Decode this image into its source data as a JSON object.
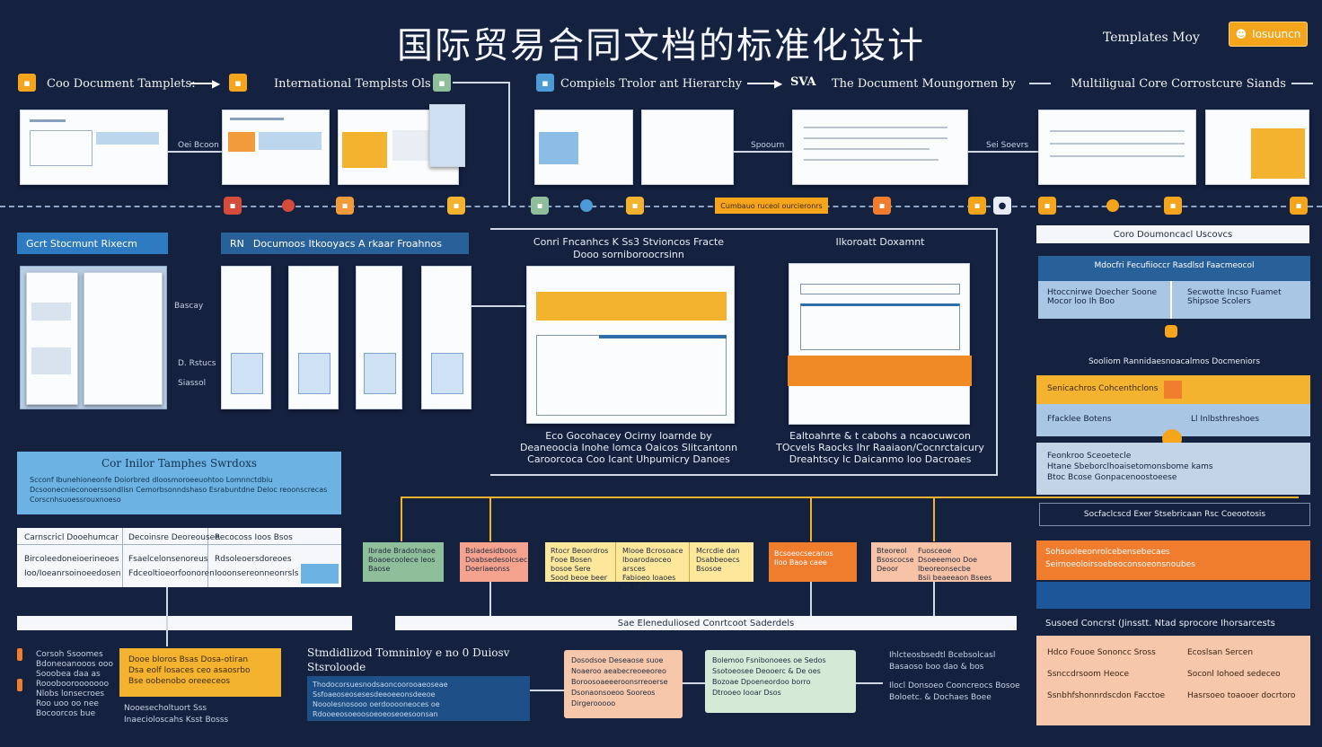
{
  "title": "国际贸易合同文档的标准化设计",
  "top_right": {
    "map_label": "Templates Moy",
    "button_label": "Iosuuncn",
    "button_icon": "user-icon"
  },
  "lanes": {
    "l1": "Coo Document Tamplets:",
    "l2": "International Templsts Ols",
    "l3": "Compiels Trolor ant Hierarchy",
    "l4": "The Document Moungornen by",
    "l5": "Multiligual Core Corrostcure Siands",
    "l4_prefix": "SVA"
  },
  "labels": {
    "row1_side1": "Oei Bcoon",
    "row1_side2": "Spoourn",
    "row1_side3": "Sei Soevrs",
    "flow_badge": "Cumbauo ruceol ourcieronrs",
    "panel_left_title": "Gcrt Stocmunt Rixecm",
    "panel_mid_title": "Documoos Itkooyacs A rkaar Froahnos",
    "panel_mid_prefix": "RN",
    "center_heading_1": "Conri Fncanhcs  K Ss3  Stvioncos Fracte",
    "center_heading_2": "Dooo sorniboroocrsinn",
    "right_heading": "Ilkoroatt Doxamnt",
    "right_core_title": "Coro Doumoncacl Uscovcs",
    "side_a": "Bascay",
    "side_b": "D. Rstucs",
    "side_c": "Siassol",
    "center_caption_1": "Eco Gocohacey Ocirny loarnde by",
    "center_caption_2": "Deaneoocia Inohe lomca Oaicos Slitcantonn",
    "center_caption_3": "Caroorcoca Coo Icant Uhpumicry Danoes",
    "right_caption_1": "Ealtoahrte & t cabohs a ncaocuwcon",
    "right_caption_2": "TOcvels Raocks Ihr  Raaiaon/Cocnrctaicury",
    "right_caption_3": "Dreahtscy Ic Daicanmo loo Dacroaes"
  },
  "right_panel": {
    "blue_header": "Mdocfri Fecufiioccr Rasdlsd Faacmeocol",
    "blue_left": "Htoccnirwe Doecher Soone Mocor loo Ih Boo",
    "blue_right": "Secwotte Incso Fuamet Shipsoe Scolers",
    "mid_title": "Sooliom Rannidaesnoacalmos Docmeniors",
    "orange_left": "Senicachros Cohcenthclons",
    "orange_sub_left": "Ffacklee Botens",
    "orange_sub_right": "Ll Inlbsthreshoes",
    "gray_items": [
      "Feonkroo Sceoetecle",
      "Htane Sbeborclhoaisetomonsbome kams",
      "Btoc Bcose Gonpacenoostoeese"
    ],
    "outline_title": "Socfaclcscd Exer Stsebricaan Rsc Coeootosis",
    "orange_bar_text": "Sohsuoleeonrolcebensebecaes",
    "orange_bar_sub": "Seirnoeoloirsoebeoconsoeonsnoubes",
    "bottom_title": "Susoed Concrst (Jinsstt. Ntad sprocore Ihorsarcests",
    "peach_left": [
      "Hdco Fouoe Sononcc Sross",
      "Ssnccdrsoom Heoce",
      "Ssnbhfshonnrdscdon Facctoe"
    ],
    "peach_right": [
      "Ecoslsan Sercen",
      "Soconl Iohoed sedeceo",
      "Hasrsoeo toaooer docrtoro"
    ]
  },
  "left_bottom": {
    "blue_title": "Cor Inilor Tamphes Swrdoxs",
    "blue_body": "Scconf Ibunehioneonfe Doiorbred dloosmoroeeuohtoo Lomnnctdbiu Dcsoonecnieconoerssondlisn Cemorbsonndshaso Esrabuntdne Deloc reoonscrecas Corscnhsuoessrouxnoeso",
    "table_headers": [
      "Carnscricl Dooehumcar",
      "Decoinsre Deoreousee",
      "Recocoss Ioos Bsos"
    ],
    "table_row2": [
      "Bircoleedoneioerineoes",
      "Fsaelcelonsenoreus",
      "Rdsoleoersdoreoes"
    ],
    "table_row3": [
      "Ioo/Ioeanrsoinoeedosen",
      "Fdceoltioeorfoonoren",
      "Iooonsereonneonrsls"
    ],
    "small_left": [
      "Corsoh Ssoomes",
      "Bdoneoanooos ooo",
      "Sooobea daa as",
      "Roooboorooooooo",
      "Nlobs lonsecroes",
      "Roo uoo oo nee",
      "Bocoorcos bue"
    ],
    "yellow_card": [
      "Dooe bloros  Bsas Dosa-otiran",
      "Dsa eolf losaces ceo asaosrbo",
      "Bse oobenobo oreeeceos"
    ],
    "yellow_foot": [
      "Nooesecholtuort Sss",
      "Inaecioloscahs Ksst Bosss"
    ]
  },
  "bottom_center": {
    "heading": "Sae Eleneduliosed Conrtcoot Saderdels",
    "term_title_1": "Stmdidlizod Tomninloy e no 0 Duiosv",
    "term_title_2": "Stsroloode",
    "term_body": [
      "Thodocorsuesnodsaoncoorooaeoseae",
      "Ssfoaeoseosesesdeeoeeonsdeeoe",
      "Nooolesnosooo oerdooooneoces oe",
      "Rdooeeosoeoosoeoeoseoesoonsan"
    ],
    "peach_card": [
      "Dosodsoe Deseaose suoe",
      "Noaeroo aeabecreoeeoreo",
      "Boroosoaeeeroonsrreoerse",
      "Dsonaonsoeoo Sooreos",
      "Dirgerooooo"
    ],
    "mint_card": [
      "Bolemoo Fsnibonoees oe Sedos",
      "Ssotoeosee Deooerc & De oes",
      "Bozoae Dpoeneordoo borro",
      "Dtrooeo Iooar Dsos"
    ],
    "right_text": [
      "Ihlcteosbsedtl Bcebsolcasl",
      "Basaoso boo dao & bos",
      "Ilocl Donsoeo  Cooncreocs Bosoe",
      "Boloetc. & Dochaes  Boee"
    ]
  },
  "mid_cards": [
    {
      "text": [
        "Ibrade Bradotnaoe",
        "Boaoecoolece leos",
        "Baose"
      ],
      "color": "#8fbf9a"
    },
    {
      "text": [
        "Bsladesidboos",
        "Doabsedesolcsec",
        "Doeriaeonss"
      ],
      "color": "#f5a38f"
    },
    {
      "text": [
        "Rtocr Beoordros",
        "Fooe Bosen bosoe Sere",
        "Sood beoe beer sens"
      ],
      "color": "#fde79a"
    },
    {
      "text": [
        "Mlooe Bcrosoace",
        "Iboarodaoceo arsces",
        "Fabioeo loaoes oe Ier"
      ],
      "color": "#fde79a"
    },
    {
      "text": [
        "Mcrcdie dan",
        "Dsabbeoecs Bsosoe"
      ],
      "color": "#fde79a"
    },
    {
      "text": [
        "Bcsoeocsecanos",
        "Iloo Baoa caee"
      ],
      "color": "#ef7d2d"
    },
    {
      "text": [
        "Bteoreol",
        "Bsoscocse",
        "Deoor"
      ],
      "color": "#f8c2a7"
    },
    {
      "text": [
        "Fuosceoe",
        "Dsoeeemoo Doe Ibeoreonsecbe",
        "Bsii beaeeaon Bsees"
      ],
      "color": "#f8c2a7"
    }
  ],
  "colors": {
    "bg": "#14213f",
    "accent_orange": "#f4a51c",
    "blue_panel": "#2f6da8",
    "header_blue": "#28609a",
    "yellow": "#f4b32f",
    "peach": "#f6c7ab",
    "mint": "#d4ead7"
  }
}
